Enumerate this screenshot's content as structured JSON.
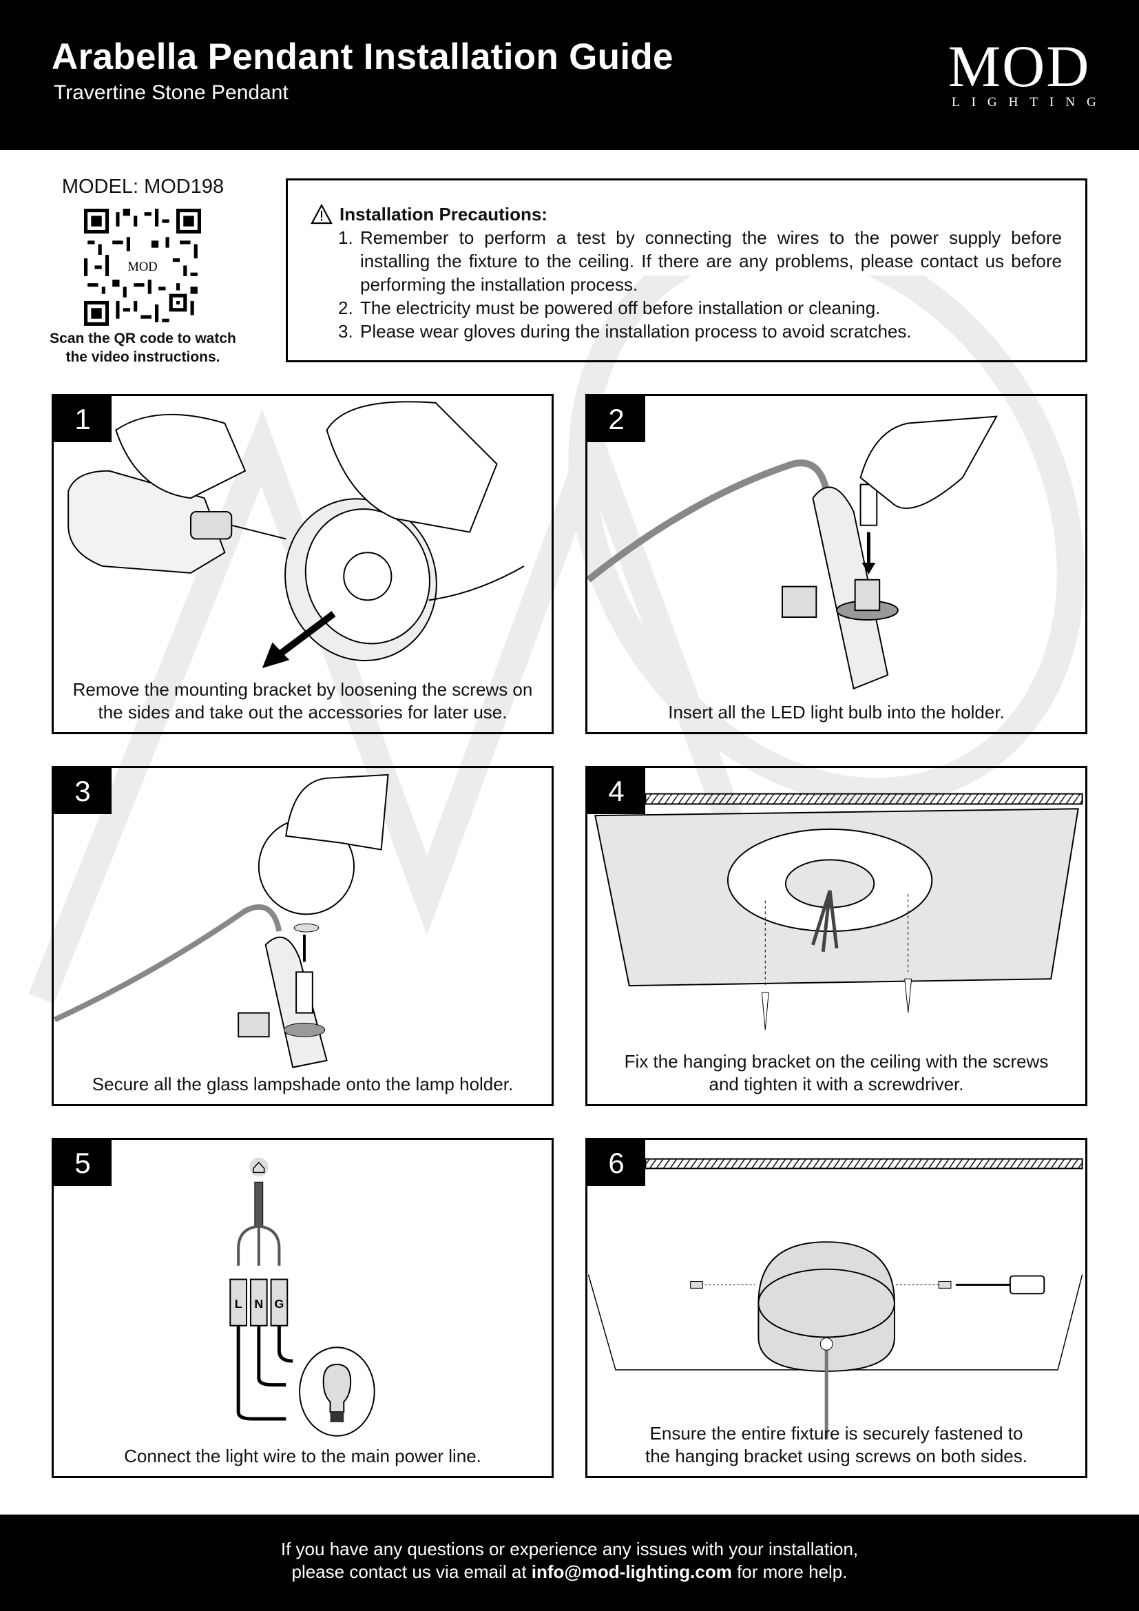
{
  "header": {
    "title": "Arabella Pendant Installation Guide",
    "subtitle": "Travertine Stone Pendant",
    "logo_main": "MOD",
    "logo_sub": "LIGHTING"
  },
  "model": {
    "label": "MODEL: MOD198",
    "qr_caption_line1": "Scan the QR code to watch",
    "qr_caption_line2": "the video instructions.",
    "qr_logo": "MOD"
  },
  "precautions": {
    "heading": "Installation Precautions:",
    "items": [
      {
        "num": "1.",
        "text": "Remember to perform a test by connecting the wires to the power supply before installing the fixture to the ceiling. If there are any problems, please contact us before performing the installation process."
      },
      {
        "num": "2.",
        "text": "The electricity must be powered off before installation or cleaning."
      },
      {
        "num": "3.",
        "text": "Please wear gloves during the installation process to avoid scratches."
      }
    ]
  },
  "steps": [
    {
      "num": "1",
      "caption_line1": "Remove the mounting bracket by loosening the screws on",
      "caption_line2": "the sides and take out the accessories for later use."
    },
    {
      "num": "2",
      "caption_line1": "Insert all the LED light bulb into the holder.",
      "caption_line2": ""
    },
    {
      "num": "3",
      "caption_line1": "Secure all the glass lampshade onto the lamp holder.",
      "caption_line2": ""
    },
    {
      "num": "4",
      "caption_line1": "Fix the hanging bracket on the ceiling with the screws",
      "caption_line2": "and tighten it with a screwdriver."
    },
    {
      "num": "5",
      "caption_line1": "Connect the light wire to the main power line.",
      "caption_line2": "",
      "terminals": [
        "L",
        "N",
        "G"
      ]
    },
    {
      "num": "6",
      "caption_line1": "Ensure the entire fixture is securely fastened to",
      "caption_line2": "the hanging bracket using screws on both sides."
    }
  ],
  "footer": {
    "line1": "If you have any questions or experience any issues with your installation,",
    "line2_prefix": "please contact us via email at ",
    "email": "info@mod-lighting.com",
    "line2_suffix": " for more help."
  }
}
